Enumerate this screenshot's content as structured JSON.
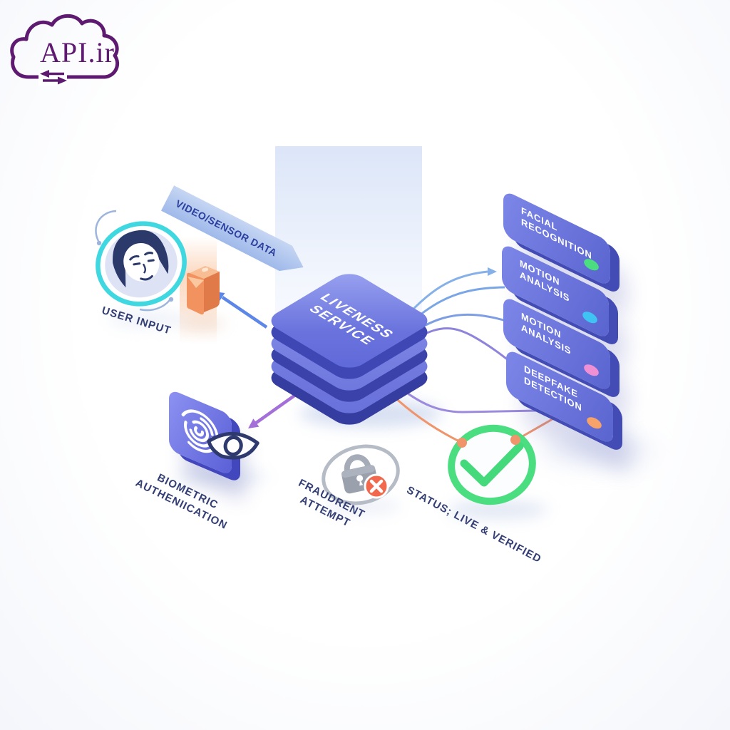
{
  "logo": {
    "text": "API.ir",
    "icon": "cloud-swap-icon"
  },
  "user_input": {
    "label": "USER INPUT",
    "icon": "user-face-icon"
  },
  "data_banner": {
    "label": "VIDEO/SENSOR DATA"
  },
  "service": {
    "line1": "LIVENESS",
    "line2": "SERVICE"
  },
  "cards": [
    {
      "line1": "FACIAL",
      "line2": "RECOGNITION",
      "dot_color": "#4ade80"
    },
    {
      "line1": "MOTION",
      "line2": "ANALYSIS",
      "dot_color": "#3fc3f2"
    },
    {
      "line1": "MOTION",
      "line2": "ANALYSIS",
      "dot_color": "#ef8fd4"
    },
    {
      "line1": "DEEPFAKE",
      "line2": "DETECTION",
      "dot_color": "#f6a269"
    }
  ],
  "biometric": {
    "line1": "BIOMETRIC",
    "line2": "AUTHENIICATION",
    "icon": "fingerprint-eye-icon"
  },
  "fraud": {
    "line1": "FRAUDRENT",
    "line2": "ATTEMPT",
    "icon": "lock-error-icon"
  },
  "status": {
    "label": "STATUS; LIVE & VERIFIED",
    "icon": "check-circle-icon"
  },
  "colors": {
    "brand_purple": "#5e1a70",
    "service_blue": "#6a73dd",
    "accent_cyan": "#3fd8e0",
    "success_green": "#4ade80",
    "alert_red": "#f2684c",
    "warning_orange": "#f0946c",
    "connector_blue": "#85b1e8",
    "connector_purple": "#9c8ade",
    "label_navy": "#333e74",
    "banner_text_blue": "#2b3f9e",
    "envelope_orange": "#f2925e"
  }
}
